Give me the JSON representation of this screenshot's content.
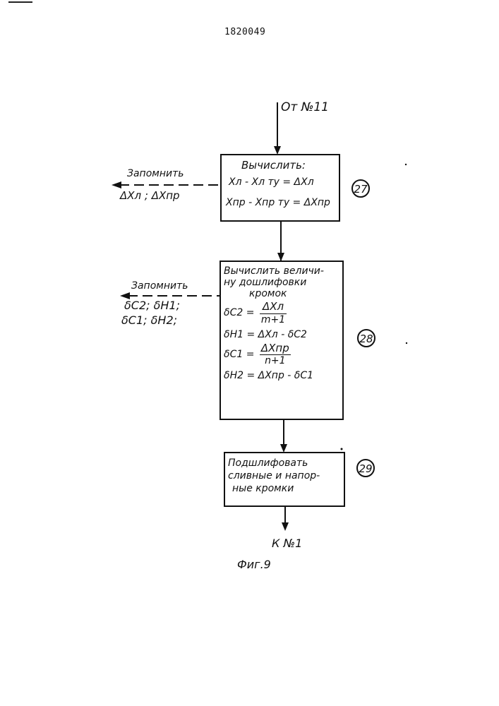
{
  "header": {
    "patent_number": "1820049"
  },
  "flow": {
    "entry_label": "От №11",
    "exit_label": "К №1",
    "figure_caption": "Фиг.9"
  },
  "block27": {
    "number": "27",
    "title": "Вычислить:",
    "line1": "Xл - Xл ту = ΔXл",
    "line2": "Xпр - Xпр ту = ΔXпр",
    "memo_title": "Запомнить",
    "memo_values": "ΔXл ; ΔXпр"
  },
  "block28": {
    "number": "28",
    "title_line1": "Вычислить величи-",
    "title_line2": "ну дошлифовки",
    "title_line3": "кромок",
    "f1_left": "δC2 =",
    "f1_num": "ΔXл",
    "f1_den": "m+1",
    "f2": "δH1 = ΔXл - δC2",
    "f3_left": "δC1 =",
    "f3_num": "ΔXпр",
    "f3_den": "n+1",
    "f4": "δH2 = ΔXпр - δC1",
    "memo_title": "Запомнить",
    "memo_line1": "δC2; δH1;",
    "memo_line2": "δC1; δH2;"
  },
  "block29": {
    "number": "29",
    "line1": "Подшлифовать",
    "line2": "сливные и напор-",
    "line3": "ные кромки"
  }
}
